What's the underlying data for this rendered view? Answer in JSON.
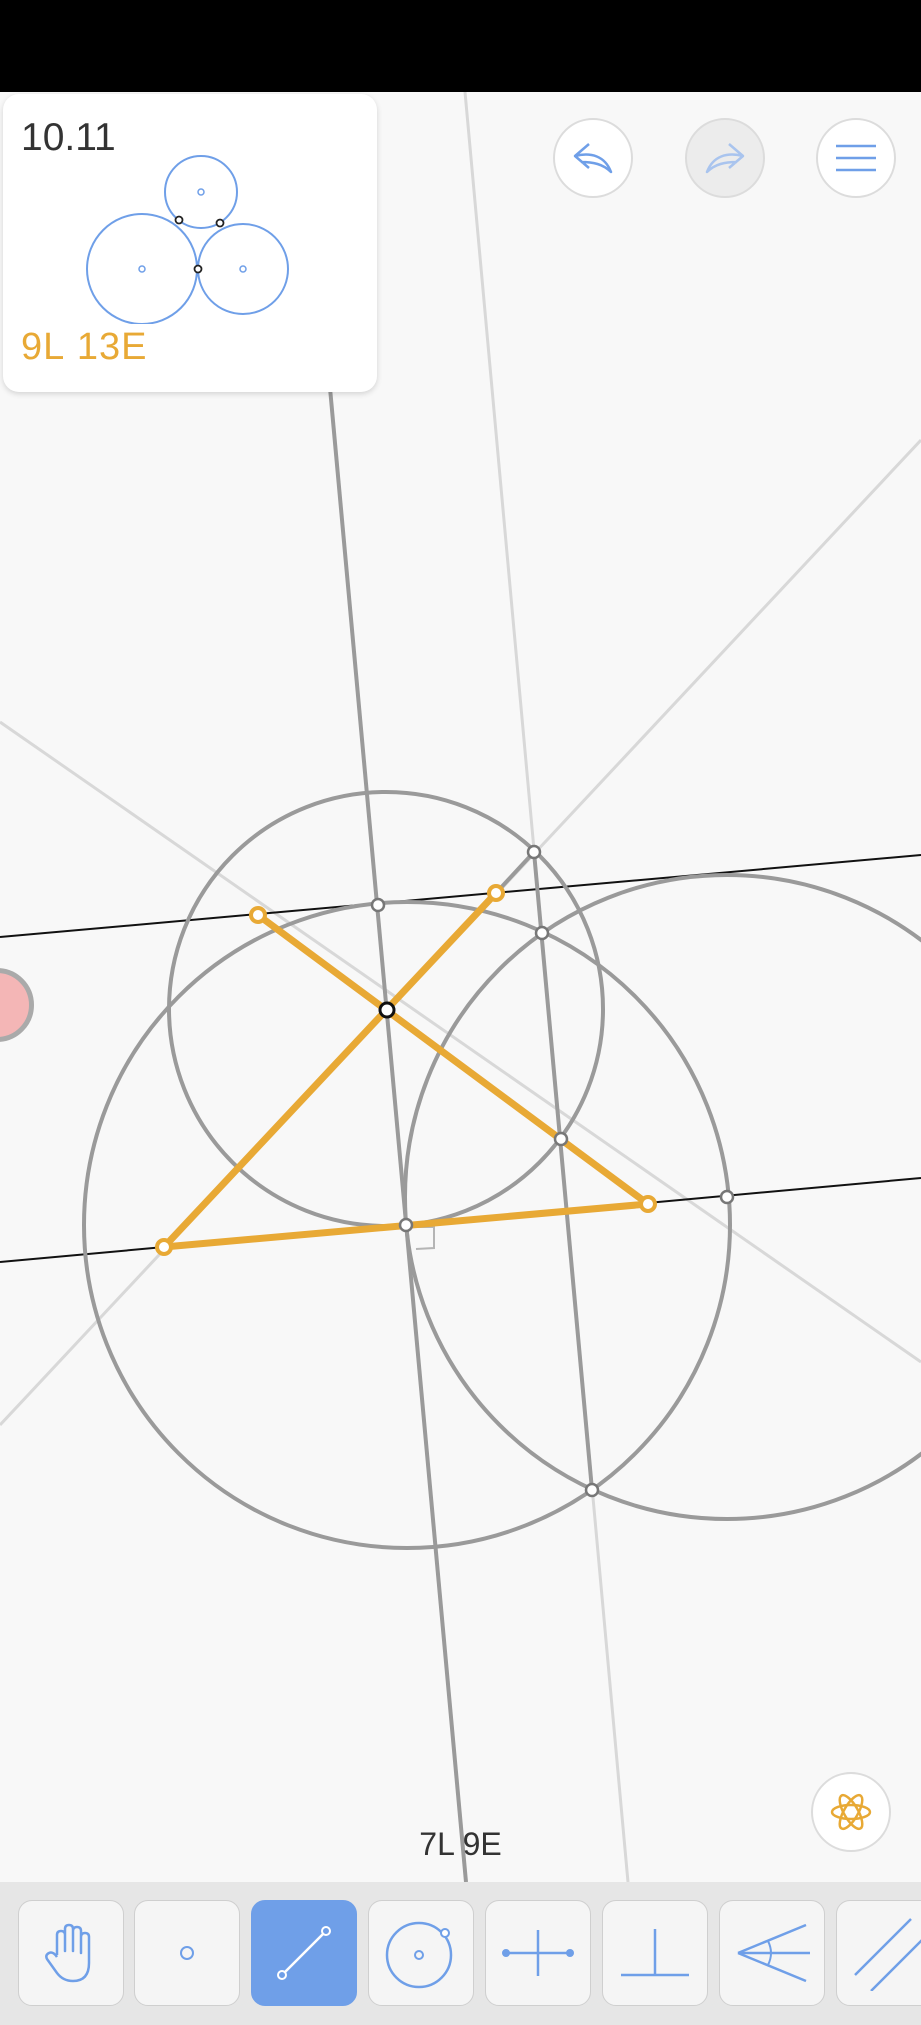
{
  "level": {
    "number": "10.11",
    "goal_lines": "9L",
    "goal_euclid": "13E"
  },
  "counter": {
    "lines": "7L",
    "euclid": "9E"
  },
  "header": {
    "undo_icon": "undo-arrow-icon",
    "redo_icon": "redo-arrow-icon",
    "menu_icon": "hamburger-menu-icon"
  },
  "tools": [
    {
      "name": "move",
      "icon": "hand-icon",
      "active": false
    },
    {
      "name": "point",
      "icon": "point-icon",
      "active": false
    },
    {
      "name": "line",
      "icon": "line-icon",
      "active": true
    },
    {
      "name": "circle",
      "icon": "circle-icon",
      "active": false
    },
    {
      "name": "perpendicular-bisector",
      "icon": "perpendicular-bisector-icon",
      "active": false
    },
    {
      "name": "perpendicular",
      "icon": "perpendicular-icon",
      "active": false
    },
    {
      "name": "angle-bisector",
      "icon": "angle-bisector-icon",
      "active": false
    },
    {
      "name": "parallel",
      "icon": "parallel-icon",
      "active": false
    }
  ],
  "colors": {
    "accent": "#6f9fe8",
    "goal": "#e8a935",
    "construction": "#9a9a9a",
    "faint": "#d8d8d8"
  }
}
